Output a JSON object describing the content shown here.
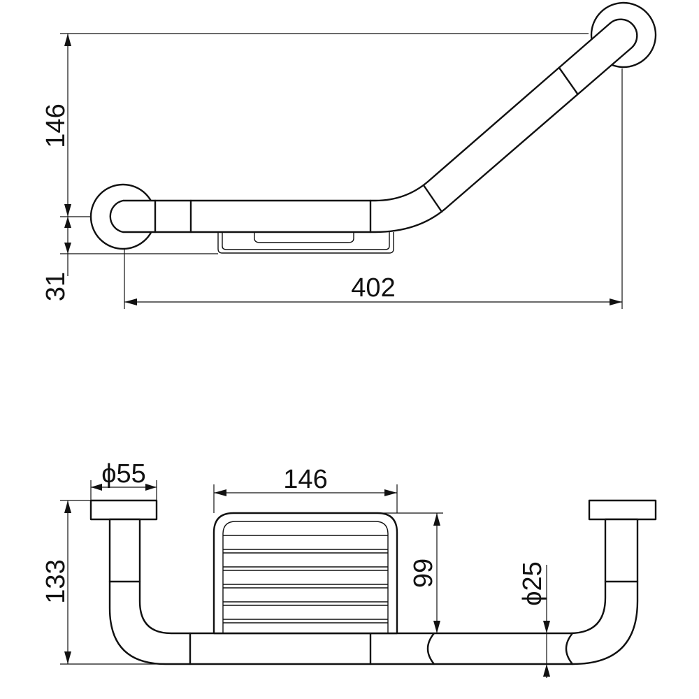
{
  "top_view": {
    "dims": {
      "height_146": "146",
      "offset_31": "31",
      "length_402": "402"
    }
  },
  "front_view": {
    "dims": {
      "flange_diameter": "ϕ55",
      "basket_width": "146",
      "height_133": "133",
      "basket_height": "99",
      "tube_diameter": "ϕ25"
    }
  }
}
